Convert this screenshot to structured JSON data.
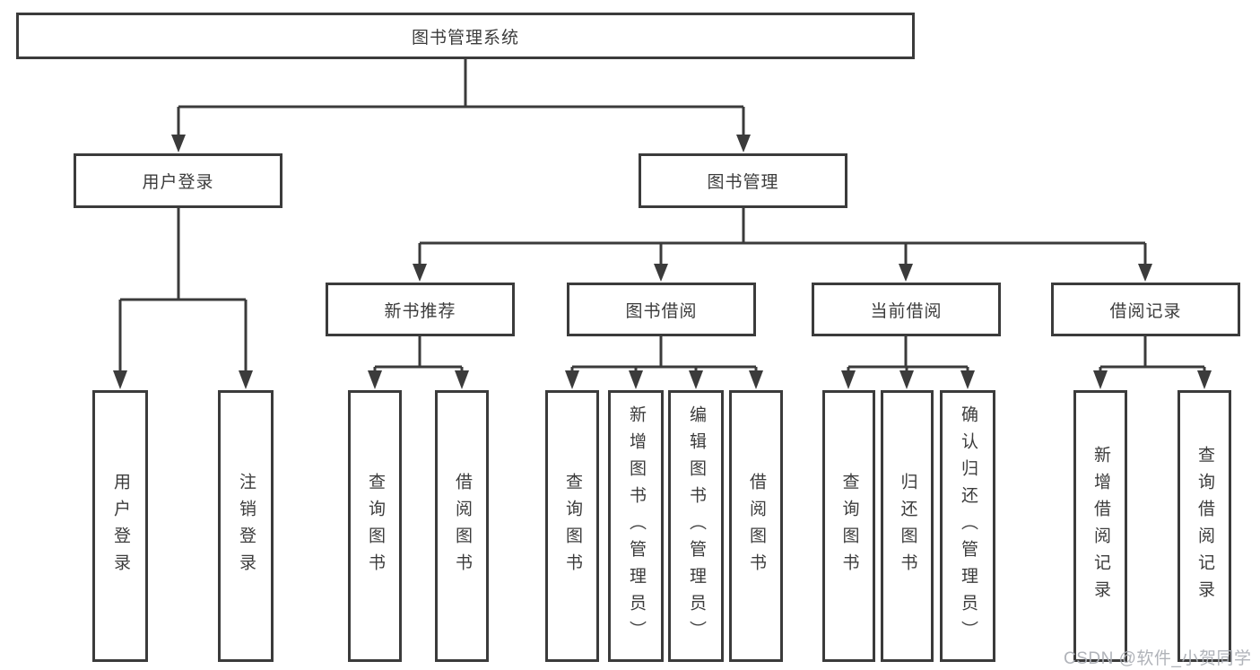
{
  "diagram": {
    "type": "hierarchy-tree",
    "colors": {
      "line": "#3b3b3b",
      "box_border": "#3b3b3b",
      "text": "#3c3c3c",
      "background": "#ffffff",
      "watermark": "#acafb5"
    },
    "tree": {
      "label": "图书管理系统",
      "children": [
        {
          "label": "用户登录",
          "children": [
            {
              "label": "用户登录"
            },
            {
              "label": "注销登录"
            }
          ]
        },
        {
          "label": "图书管理",
          "children": [
            {
              "label": "新书推荐",
              "children": [
                {
                  "label": "查询图书"
                },
                {
                  "label": "借阅图书"
                }
              ]
            },
            {
              "label": "图书借阅",
              "children": [
                {
                  "label": "查询图书"
                },
                {
                  "label": "新增图书（管理员）"
                },
                {
                  "label": "编辑图书（管理员）"
                },
                {
                  "label": "借阅图书"
                }
              ]
            },
            {
              "label": "当前借阅",
              "children": [
                {
                  "label": "查询图书"
                },
                {
                  "label": "归还图书"
                },
                {
                  "label": "确认归还（管理员）"
                }
              ]
            },
            {
              "label": "借阅记录",
              "children": [
                {
                  "label": "新增借阅记录"
                },
                {
                  "label": "查询借阅记录"
                }
              ]
            }
          ]
        }
      ]
    }
  },
  "watermark": {
    "text": "CSDN @软件_小贺同学"
  }
}
